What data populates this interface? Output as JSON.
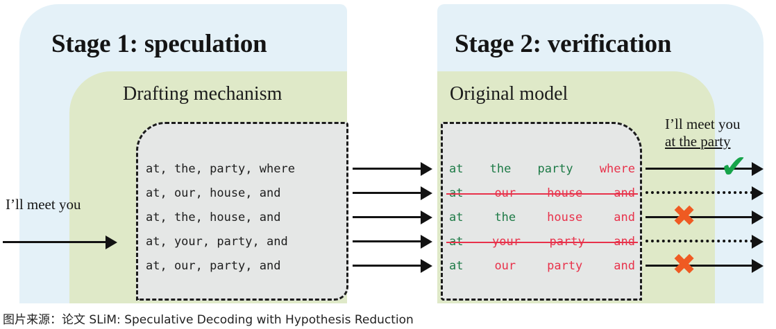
{
  "panels": {
    "left": {
      "stage_title": "Stage 1: speculation",
      "sub_title": "Drafting mechanism",
      "input_prompt": "I’ll meet you",
      "draft_rows": [
        {
          "text": "at, the, party, where"
        },
        {
          "text": "at, our, house, and"
        },
        {
          "text": "at, the, house, and"
        },
        {
          "text": "at, your, party, and"
        },
        {
          "text": "at, our, party, and"
        }
      ]
    },
    "right": {
      "stage_title": "Stage 2: verification",
      "sub_title": "Original model",
      "output_line1": "I’ll meet you",
      "output_line2": "at the party",
      "verify_rows": [
        {
          "struck": false,
          "marker": "check",
          "out_arrow": "solid",
          "tokens": [
            {
              "text": "at",
              "state": "accept"
            },
            {
              "text": "the",
              "state": "accept"
            },
            {
              "text": "party",
              "state": "accept"
            },
            {
              "text": "where",
              "state": "reject"
            }
          ]
        },
        {
          "struck": true,
          "marker": "none",
          "out_arrow": "dotted",
          "tokens": [
            {
              "text": "at",
              "state": "accept"
            },
            {
              "text": "our",
              "state": "reject"
            },
            {
              "text": "house",
              "state": "reject"
            },
            {
              "text": "and",
              "state": "reject"
            }
          ]
        },
        {
          "struck": false,
          "marker": "cross",
          "out_arrow": "solid",
          "tokens": [
            {
              "text": "at",
              "state": "accept"
            },
            {
              "text": "the",
              "state": "accept"
            },
            {
              "text": "house",
              "state": "reject"
            },
            {
              "text": "and",
              "state": "reject"
            }
          ]
        },
        {
          "struck": true,
          "marker": "none",
          "out_arrow": "dotted",
          "tokens": [
            {
              "text": "at",
              "state": "accept"
            },
            {
              "text": "your",
              "state": "reject"
            },
            {
              "text": "party",
              "state": "reject"
            },
            {
              "text": "and",
              "state": "reject"
            }
          ]
        },
        {
          "struck": false,
          "marker": "cross",
          "out_arrow": "solid",
          "tokens": [
            {
              "text": "at",
              "state": "accept"
            },
            {
              "text": "our",
              "state": "reject"
            },
            {
              "text": "party",
              "state": "reject"
            },
            {
              "text": "and",
              "state": "reject"
            }
          ]
        }
      ]
    }
  },
  "markers": {
    "check_glyph": "✔",
    "cross_glyph": "✖"
  },
  "colors": {
    "panel_blue": "#e4f1f8",
    "panel_green": "#dfe9c8",
    "box_fill": "#e5e7e6",
    "accept_green": "#1d7a46",
    "reject_red": "#e8314a",
    "check_green": "#16a44a",
    "cross_orange": "#ef5a22",
    "line_black": "#121212"
  },
  "caption": "图片来源：论文 SLiM: Speculative Decoding with Hypothesis Reduction"
}
